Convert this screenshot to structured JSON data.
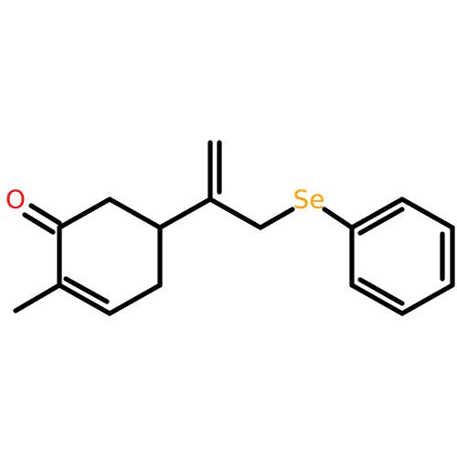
{
  "molecule": {
    "atoms": [
      {
        "id": "O",
        "symbol": "O",
        "color": "#ff0d0d"
      },
      {
        "id": "Se",
        "symbol": "Se",
        "color": "#ffa100"
      }
    ],
    "bond_color": "#000000",
    "background": "#ffffff"
  }
}
